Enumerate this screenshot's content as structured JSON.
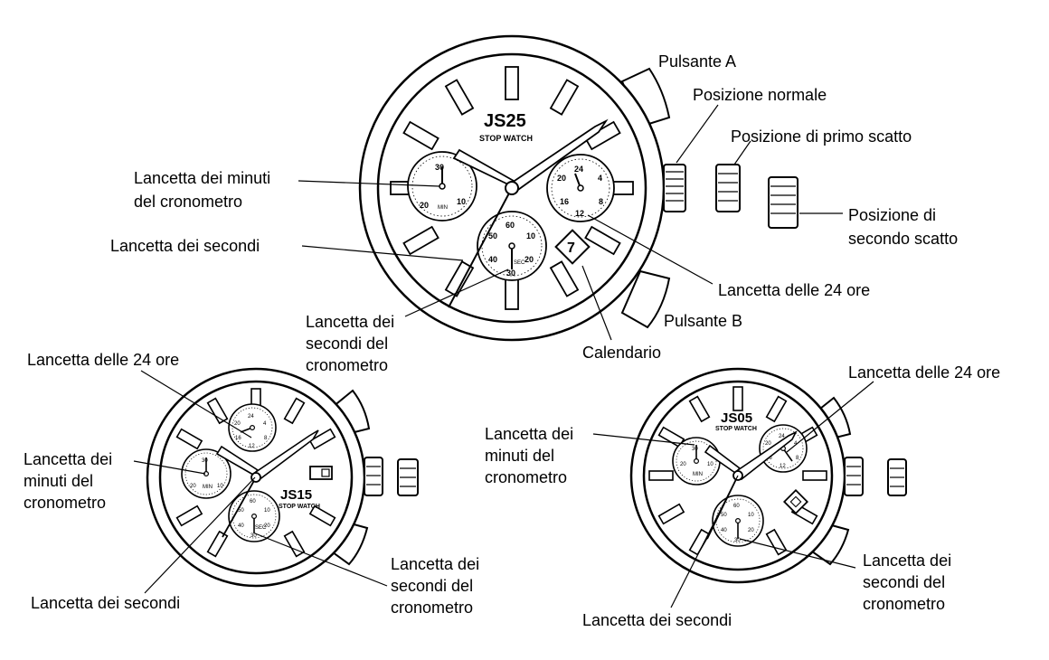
{
  "watches": {
    "js25": {
      "brand": "JS25",
      "subtitle": "STOP WATCH",
      "left_dial": {
        "n_top": "30",
        "n_left": "20",
        "n_right": "10",
        "unit": "MIN"
      },
      "right_dial": {
        "n_top": "24",
        "n_left": "16",
        "n_right": "8",
        "n_bottom": "12",
        "n_tl": "20",
        "n_tr": "4"
      },
      "bottom_dial": {
        "n_top": "60",
        "n_left": "50",
        "n_right": "10",
        "n_bottom": "30",
        "n_bl": "40",
        "n_br": "20",
        "unit": "SEC"
      },
      "date": "7"
    },
    "js15": {
      "brand": "JS15",
      "subtitle": "STOP WATCH",
      "top_dial": {
        "n_top": "24",
        "n_left": "20",
        "n_right": "4",
        "n_bl": "16",
        "n_br": "8",
        "n_bottom": "12"
      },
      "left_dial": {
        "n_top": "30",
        "n_left": "20",
        "n_right": "10",
        "unit": "MIN"
      },
      "bottom_dial": {
        "n_top": "60",
        "n_left": "50",
        "n_right": "10",
        "n_bl": "40",
        "n_br": "20",
        "n_bottom": "30",
        "unit": "SEC"
      }
    },
    "js05": {
      "brand": "JS05",
      "subtitle": "STOP WATCH",
      "left_dial": {
        "n_top": "30",
        "n_left": "20",
        "n_right": "10",
        "unit": "MIN"
      },
      "right_dial": {
        "n_top": "24",
        "n_left": "20",
        "n_right": "4",
        "n_bl": "16",
        "n_br": "8",
        "n_bottom": "12"
      },
      "bottom_dial": {
        "n_top": "60",
        "n_left": "50",
        "n_right": "10",
        "n_bl": "40",
        "n_br": "20",
        "n_bottom": "30",
        "unit": "SEC"
      }
    }
  },
  "labels": {
    "pulsante_a": "Pulsante A",
    "posizione_normale": "Posizione normale",
    "primo_scatto": "Posizione di primo scatto",
    "secondo_scatto_1": "Posizione di",
    "secondo_scatto_2": "secondo scatto",
    "lancetta_24_ore": "Lancetta delle 24 ore",
    "pulsante_b": "Pulsante B",
    "calendario": "Calendario",
    "sec_crono_1": "Lancetta dei",
    "sec_crono_2": "secondi del",
    "sec_crono_3": "cronometro",
    "lancetta_secondi": "Lancetta dei secondi",
    "min_crono_1": "Lancetta dei minuti",
    "min_crono_2": "del cronometro",
    "js15_24_ore": "Lancetta delle 24 ore",
    "js15_min_1": "Lancetta dei",
    "js15_min_2": "minuti del",
    "js15_min_3": "cronometro",
    "js15_secondi": "Lancetta dei secondi",
    "js15_sc_1": "Lancetta dei",
    "js15_sc_2": "secondi del",
    "js15_sc_3": "cronometro",
    "js05_24_ore": "Lancetta delle 24 ore",
    "js05_min_1": "Lancetta dei",
    "js05_min_2": "minuti del",
    "js05_min_3": "cronometro",
    "js05_secondi": "Lancetta dei secondi",
    "js05_sc_1": "Lancetta dei",
    "js05_sc_2": "secondi del",
    "js05_sc_3": "cronometro"
  }
}
